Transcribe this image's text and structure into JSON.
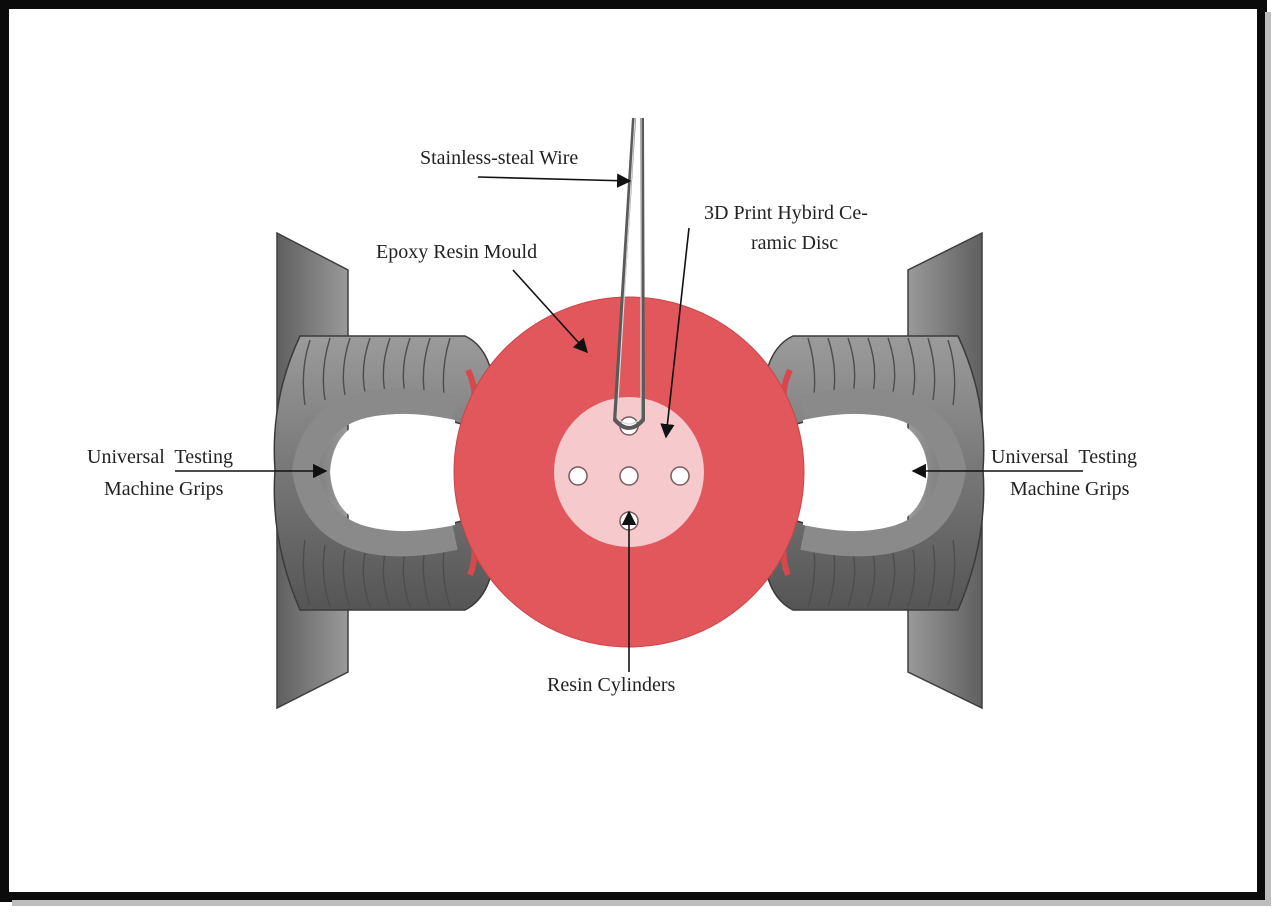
{
  "labels": {
    "wire": "Stainless-steal Wire",
    "disc_line1": "3D Print Hybird Ce-",
    "disc_line2": "ramic Disc",
    "mould": "Epoxy Resin Mould",
    "grips_left_line1": "Universal  Testing",
    "grips_left_line2": "Machine Grips",
    "grips_right_line1": "Universal  Testing",
    "grips_right_line2": "Machine Grips",
    "cylinders": "Resin Cylinders"
  },
  "colors": {
    "mould": "#e2575b",
    "disc": "#f6c9cc",
    "grip_dark": "#6f6f6f",
    "grip_light": "#c9c9c9",
    "frame": "#0b0b0b",
    "wire": "#5a5a5a"
  }
}
